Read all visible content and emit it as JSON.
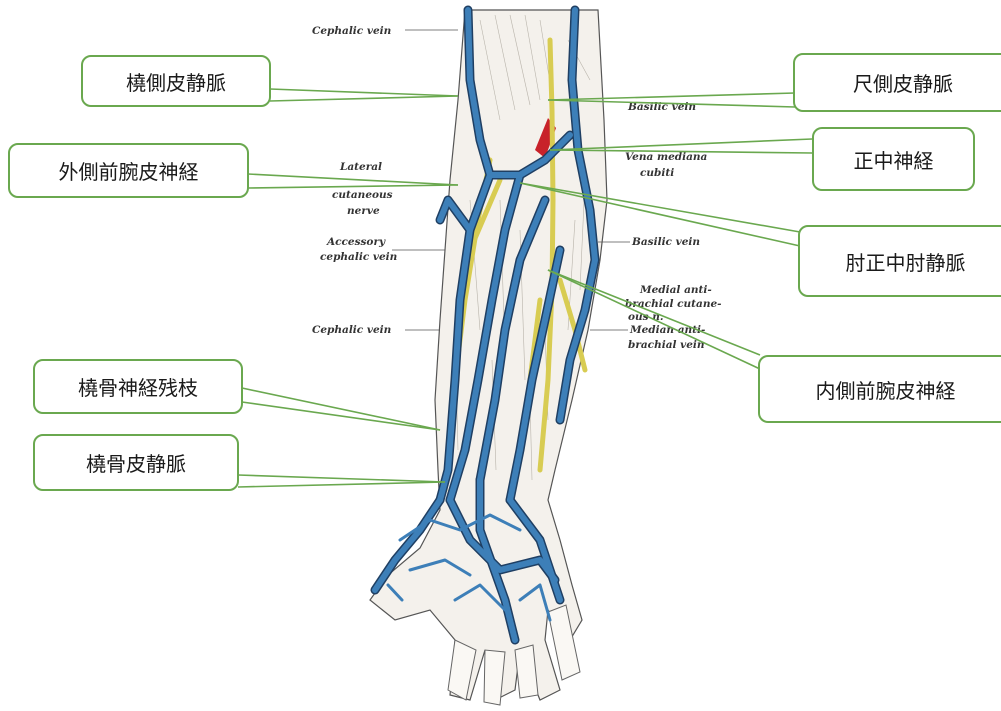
{
  "callouts": {
    "radial_cutaneous_vein": "橈側皮静脈",
    "lateral_antebrachial_cutaneous_nerve": "外側前腕皮神経",
    "radial_nerve_superficial_branch": "橈骨神経残枝",
    "radial_skin_vein": "橈骨皮静脈",
    "ulnar_cutaneous_vein": "尺側皮静脈",
    "median_nerve": "正中神経",
    "median_cubital_vein": "肘正中肘静脈",
    "medial_antebrachial_cutaneous_nerve": "内側前腕皮神経"
  },
  "engraving_labels": {
    "cephalic_top": "Cephalic vein",
    "lateral_1": "Lateral",
    "lateral_2": "cutaneous",
    "lateral_3": "nerve",
    "accessory_1": "Accessory",
    "accessory_2": "cephalic vein",
    "cephalic_lower": "Cephalic vein",
    "basilic_top": "Basilic vein",
    "median_cubiti_1": "Vena mediana",
    "median_cubiti_2": "cubiti",
    "basilic_lower": "Basilic vein",
    "medial_1": "Medial anti-",
    "medial_2": "brachial cutane-",
    "medial_3": "ous n.",
    "median_ante_1": "Median anti-",
    "median_ante_2": "brachial vein"
  },
  "colors": {
    "vein": "#3d7fb8",
    "vein_dark": "#1f3f63",
    "nerve": "#d8cc52",
    "artery": "#c8222a",
    "callout_border": "#6aa84f",
    "leader_line": "#6aa84f"
  }
}
